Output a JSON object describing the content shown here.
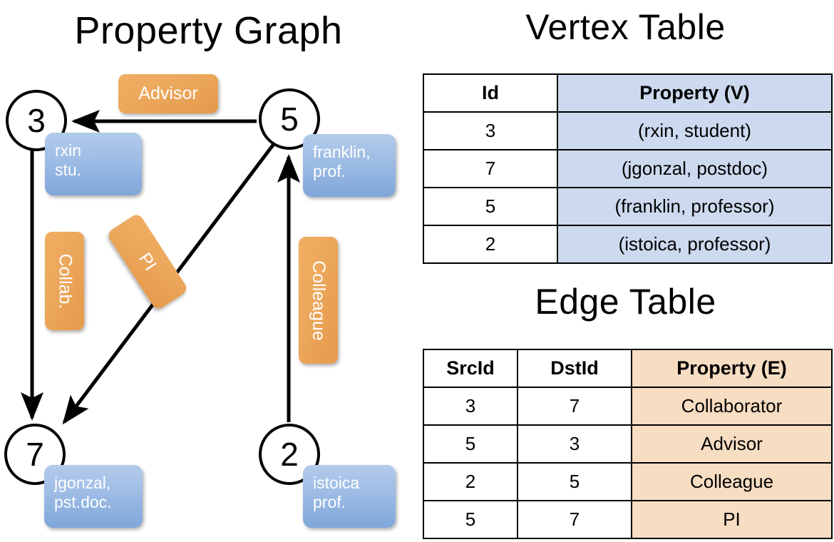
{
  "titles": {
    "property_graph": "Property Graph",
    "vertex_table": "Vertex Table",
    "edge_table": "Edge Table"
  },
  "graph": {
    "nodes": [
      {
        "id": "3",
        "property": "rxin\nstu."
      },
      {
        "id": "5",
        "property": "franklin,\nprof."
      },
      {
        "id": "7",
        "property": "jgonzal,\npst.doc."
      },
      {
        "id": "2",
        "property": "istoica\nprof."
      }
    ],
    "node_labels": {
      "n3": "3",
      "n5": "5",
      "n7": "7",
      "n2": "2"
    },
    "property_boxes": {
      "rxin_line1": "rxin",
      "rxin_line2": "stu.",
      "franklin_line1": "franklin,",
      "franklin_line2": "prof.",
      "jgonzal_line1": "jgonzal,",
      "jgonzal_line2": "pst.doc.",
      "istoica_line1": "istoica",
      "istoica_line2": "prof."
    },
    "edge_labels": {
      "advisor": "Advisor",
      "collab": "Collab.",
      "pi": "PI",
      "colleague": "Colleague"
    },
    "edges": [
      {
        "from": "5",
        "to": "3",
        "label": "Advisor"
      },
      {
        "from": "3",
        "to": "7",
        "label": "Collab."
      },
      {
        "from": "5",
        "to": "7",
        "label": "PI"
      },
      {
        "from": "2",
        "to": "5",
        "label": "Colleague"
      }
    ]
  },
  "vertex_table": {
    "headers": [
      "Id",
      "Property (V)"
    ],
    "rows": [
      [
        "3",
        "(rxin, student)"
      ],
      [
        "7",
        "(jgonzal, postdoc)"
      ],
      [
        "5",
        "(franklin, professor)"
      ],
      [
        "2",
        "(istoica, professor)"
      ]
    ]
  },
  "edge_table": {
    "headers": [
      "SrcId",
      "DstId",
      "Property (E)"
    ],
    "rows": [
      [
        "3",
        "7",
        "Collaborator"
      ],
      [
        "5",
        "3",
        "Advisor"
      ],
      [
        "2",
        "5",
        "Colleague"
      ],
      [
        "5",
        "7",
        "PI"
      ]
    ]
  },
  "colors": {
    "vertex_property_fill": "#ccd9ee",
    "edge_property_fill": "#f7ddc2",
    "node_box_blue": "#9dbce5",
    "edge_label_orange": "#eca85c",
    "stroke": "#000000",
    "background": "#ffffff"
  }
}
